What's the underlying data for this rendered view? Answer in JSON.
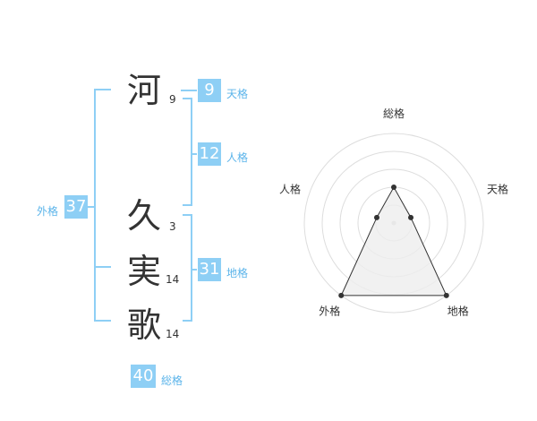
{
  "name": {
    "characters": [
      {
        "char": "河",
        "strokes": "9"
      },
      {
        "char": "久",
        "strokes": "3"
      },
      {
        "char": "実",
        "strokes": "14"
      },
      {
        "char": "歌",
        "strokes": "14"
      }
    ]
  },
  "fortune": {
    "tenkaku": {
      "value": "9",
      "label": "天格"
    },
    "jinkaku": {
      "value": "12",
      "label": "人格"
    },
    "chikaku": {
      "value": "31",
      "label": "地格"
    },
    "gaikaku": {
      "value": "37",
      "label": "外格"
    },
    "soukaku": {
      "value": "40",
      "label": "総格"
    }
  },
  "radar": {
    "axes": [
      "総格",
      "天格",
      "地格",
      "外格",
      "人格"
    ],
    "levels": 5,
    "values": [
      2,
      1,
      5,
      5,
      1
    ],
    "line_color": "#333333",
    "fill_color": "#eeeeee",
    "ring_color": "#dddddd"
  },
  "colors": {
    "accent": "#8ecff5",
    "accent_text": "#5bb4ea",
    "bracket": "#8ecff5"
  }
}
